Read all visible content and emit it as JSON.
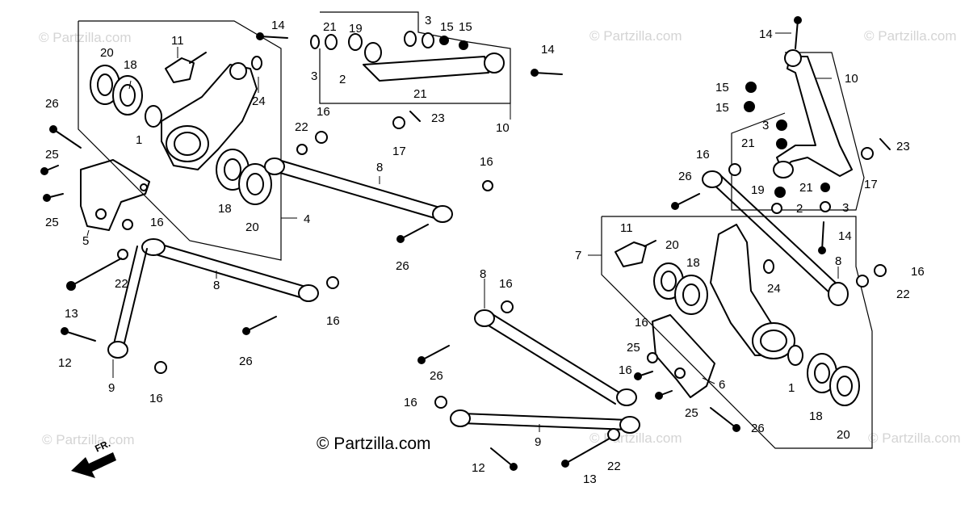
{
  "watermark": "© Partzilla.com",
  "copyright": "© Partzilla.com",
  "front_marker": "FR.",
  "callouts": {
    "c1a": "1",
    "c1b": "1",
    "c2a": "2",
    "c2b": "2",
    "c3a": "3",
    "c3b": "3",
    "c3c": "3",
    "c3d": "3",
    "c5": "5",
    "c6": "6",
    "c7": "7",
    "c8a": "8",
    "c8b": "8",
    "c8c": "8",
    "c8d": "8",
    "c9a": "9",
    "c9b": "9",
    "c10a": "10",
    "c10b": "10",
    "c11a": "11",
    "c11b": "11",
    "c12a": "12",
    "c12b": "12",
    "c13a": "13",
    "c13b": "13",
    "c14a": "14",
    "c14b": "14",
    "c14c": "14",
    "c14d": "14",
    "c15a": "15",
    "c15b": "15",
    "c15c": "15",
    "c15d": "15",
    "c16a": "16",
    "c16b": "16",
    "c16c": "16",
    "c16d": "16",
    "c16e": "16",
    "c16f": "16",
    "c16g": "16",
    "c16h": "16",
    "c16i": "16",
    "c16j": "16",
    "c16k": "16",
    "c17a": "17",
    "c17b": "17",
    "c18a": "18",
    "c18b": "18",
    "c18c": "18",
    "c18d": "18",
    "c19a": "19",
    "c19b": "19",
    "c20a": "20",
    "c20b": "20",
    "c20c": "20",
    "c20d": "20",
    "c21a": "21",
    "c21b": "21",
    "c21c": "21",
    "c21d": "21",
    "c22a": "22",
    "c22b": "22",
    "c22c": "22",
    "c22d": "22",
    "c23a": "23",
    "c23b": "23",
    "c24a": "24",
    "c24b": "24",
    "c25a": "25",
    "c25b": "25",
    "c25c": "25",
    "c25d": "25",
    "c26a": "26",
    "c26b": "26",
    "c26c": "26",
    "c26d": "26",
    "c26e": "26",
    "c26f": "26"
  },
  "c4": "4"
}
